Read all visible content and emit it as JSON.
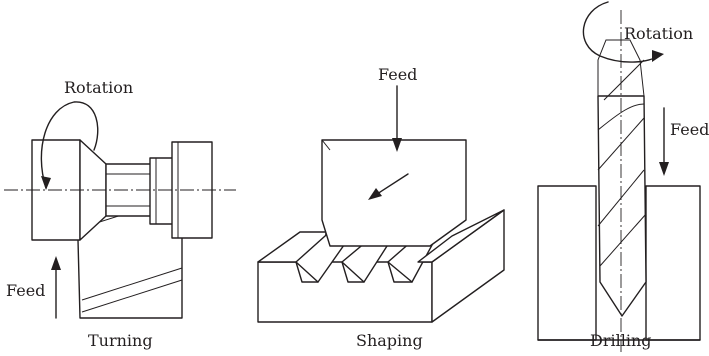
{
  "turning": {
    "title": "Turning",
    "rotation_label": "Rotation",
    "feed_label": "Feed"
  },
  "shaping": {
    "title": "Shaping",
    "feed_label": "Feed"
  },
  "drilling": {
    "title": "Drilling",
    "rotation_label": "Rotation",
    "feed_label": "Feed"
  }
}
